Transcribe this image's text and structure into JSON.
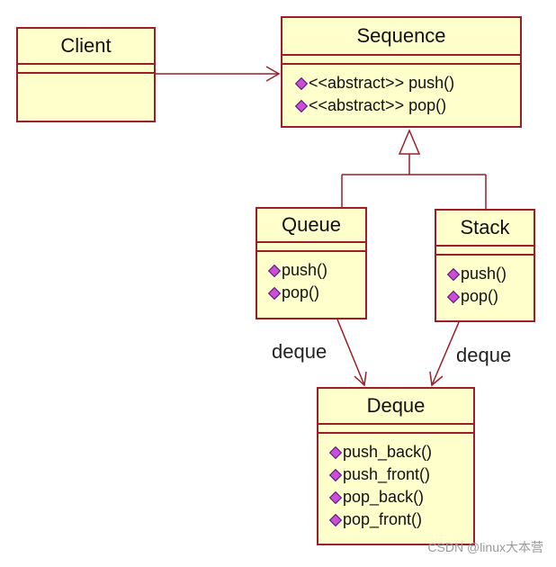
{
  "classes": {
    "client": {
      "name": "Client",
      "operations": []
    },
    "sequence": {
      "name": "Sequence",
      "operations": [
        "<<abstract>> push()",
        "<<abstract>> pop()"
      ]
    },
    "queue": {
      "name": "Queue",
      "operations": [
        "push()",
        "pop()"
      ]
    },
    "stack": {
      "name": "Stack",
      "operations": [
        "push()",
        "pop()"
      ]
    },
    "deque": {
      "name": "Deque",
      "operations": [
        "push_back()",
        "push_front()",
        "pop_back()",
        "pop_front()"
      ]
    }
  },
  "associations": {
    "queue_deque": "deque",
    "stack_deque": "deque"
  },
  "watermark": "CSDN @linux大本营",
  "colors": {
    "box_fill": "#ffffcc",
    "border": "#9b1e2a",
    "op_icon": "#c84fd6"
  },
  "icons": {
    "operation": "diamond-method-icon"
  }
}
